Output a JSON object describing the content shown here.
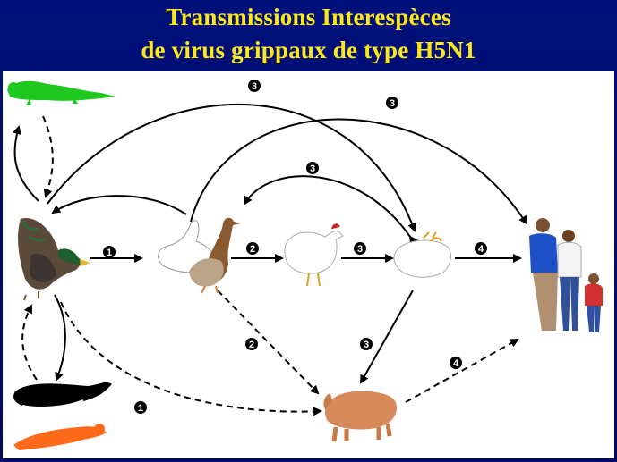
{
  "title": {
    "line1": "Transmissions Interespèces",
    "line2": "de virus grippaux de type H5N1"
  },
  "colors": {
    "background": "#00107a",
    "title": "#ffe81a",
    "panel": "#ffffff",
    "badge": "#000000",
    "otter": "#1ec81e",
    "seal": "#ff6a1a",
    "whale": "#000000",
    "pig": "#d98a5a"
  },
  "badges": {
    "wild_to_domestic": "1",
    "wild_to_pig": "1",
    "domestic_to_chicken": "2",
    "domestic_to_pig": "2",
    "chicken_to_poultry": "3",
    "top_arc_to_poultry": "3",
    "top_arc_to_humans": "3",
    "poultry_to_domestic": "3",
    "poultry_to_pig": "3",
    "poultry_to_humans": "4",
    "pig_to_humans": "4"
  },
  "icons": [
    "green-otter-icon",
    "whale-icon",
    "seal-icon",
    "mallard-duck-icon",
    "domestic-geese-icon",
    "chicken-icon",
    "dead-poultry-icon",
    "pig-icon",
    "human-family-icon"
  ]
}
